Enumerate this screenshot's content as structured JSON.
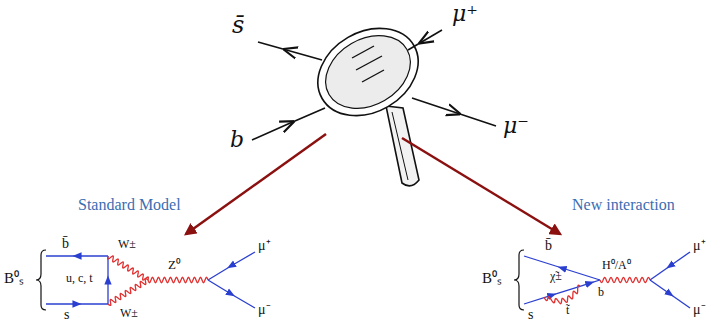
{
  "diagram": {
    "labels": [
      "s̄",
      "μ⁺",
      "b",
      "μ⁻",
      "Standard Model",
      "New interaction",
      "B⁰ₛ",
      "b̄",
      "s",
      "u, c, t",
      "W±",
      "W±",
      "Z⁰",
      "μ⁺",
      "μ⁻",
      "B⁰ₛ",
      "b̄",
      "s",
      "χ̃±",
      "t̃",
      "b",
      "H⁰/A⁰",
      "μ⁺",
      "μ⁻"
    ]
  }
}
